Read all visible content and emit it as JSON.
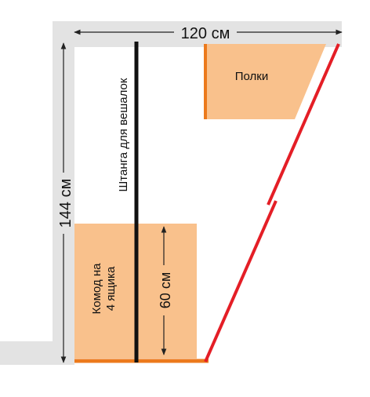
{
  "labels": {
    "width_dimension": "120 см",
    "height_dimension": "144 см",
    "shelves": "Полки",
    "rod": "Штанга для вешалок",
    "dresser_line1": "Комод на",
    "dresser_line2": "4 ящика",
    "dresser_height": "60 см"
  },
  "colors": {
    "wall": "#e3e3e3",
    "furniture_fill": "#f9c18c",
    "furniture_edge": "#ec7a1c",
    "door_line": "#e41e26",
    "rod": "#111111",
    "dimension": "#222222"
  }
}
